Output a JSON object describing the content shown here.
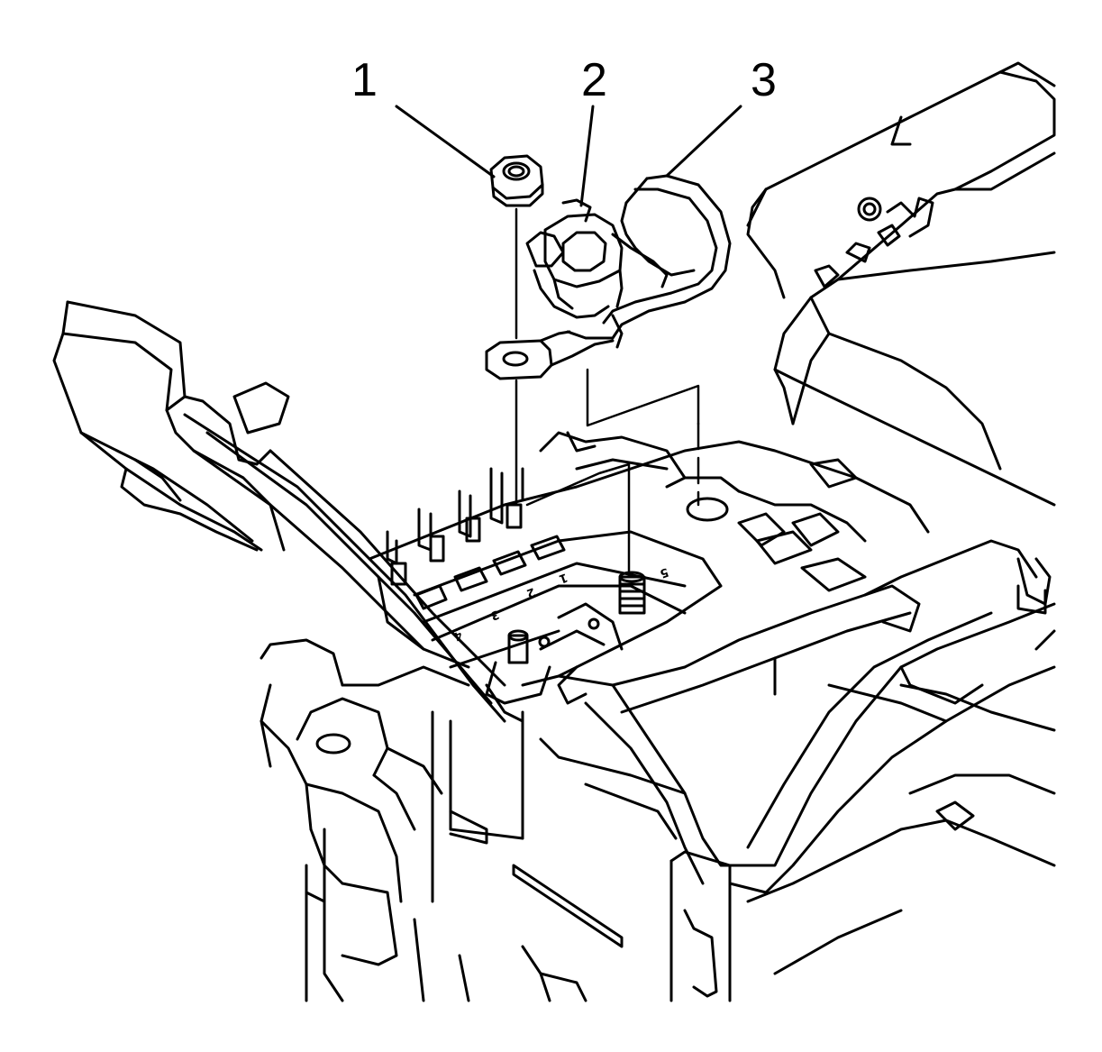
{
  "callouts": [
    {
      "id": "1",
      "label": "1"
    },
    {
      "id": "2",
      "label": "2"
    },
    {
      "id": "3",
      "label": "3"
    }
  ],
  "fuse_labels": [
    "1",
    "2",
    "3",
    "4",
    "5"
  ],
  "colors": {
    "line": "#000000",
    "background": "#ffffff"
  }
}
